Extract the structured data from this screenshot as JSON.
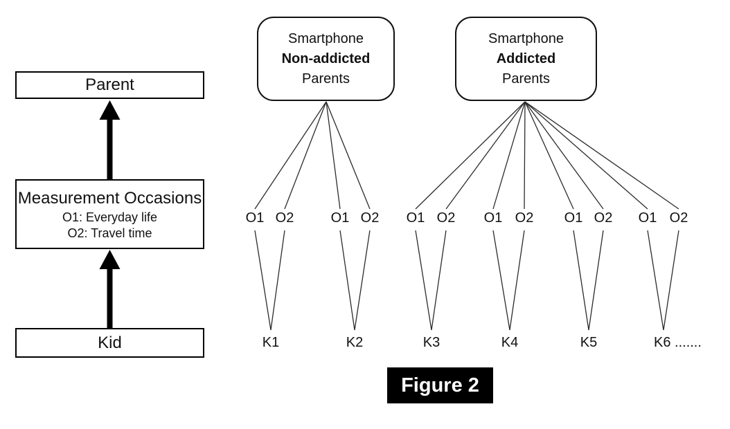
{
  "left_panel": {
    "parent_label": "Parent",
    "measurement": {
      "title": "Measurement Occasions",
      "line1": "O1: Everyday life",
      "line2": "O2: Travel time"
    },
    "kid_label": "Kid"
  },
  "groups": {
    "non_addicted": {
      "line1": "Smartphone",
      "line2": "Non-addicted",
      "line3": "Parents"
    },
    "addicted": {
      "line1": "Smartphone",
      "line2": "Addicted",
      "line3": "Parents"
    }
  },
  "occasions": [
    {
      "o1": "O1",
      "o2": "O2"
    },
    {
      "o1": "O1",
      "o2": "O2"
    },
    {
      "o1": "O1",
      "o2": "O2"
    },
    {
      "o1": "O1",
      "o2": "O2"
    },
    {
      "o1": "O1",
      "o2": "O2"
    },
    {
      "o1": "O1",
      "o2": "O2"
    }
  ],
  "kids": [
    "K1",
    "K2",
    "K3",
    "K4",
    "K5",
    "K6 ......."
  ],
  "caption": "Figure 2",
  "colors": {
    "ink": "#111111",
    "connector_line": "#2b2b2b",
    "arrow": "#000000",
    "caption_bg": "#000000",
    "caption_fg": "#ffffff"
  }
}
